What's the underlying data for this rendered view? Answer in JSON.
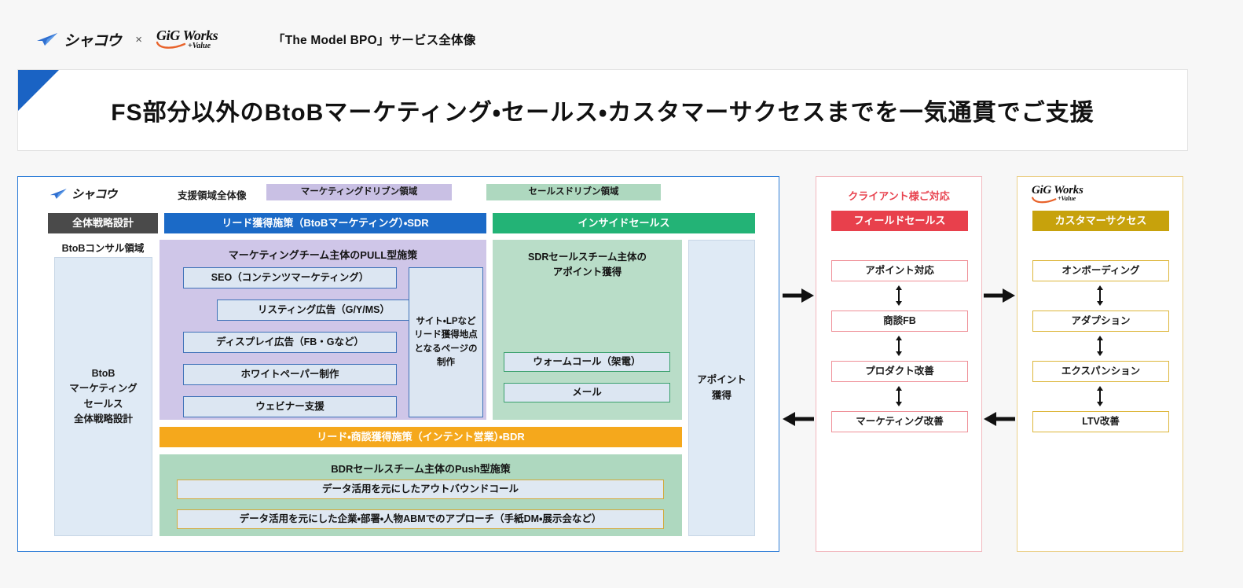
{
  "header": {
    "logo_shakou": "シャコウ",
    "separator": "×",
    "logo_gig_main": "GiG Works",
    "logo_gig_sub": "+Value",
    "title": "「The Model BPO」サービス全体像"
  },
  "banner": {
    "text": "FS部分以外のBtoBマーケティング・セールス・カスタマーサクセスまでを一気通貫でご支援"
  },
  "diagram": {
    "legend": {
      "logo": "シャコウ",
      "label": "支援領域全体像",
      "chips": [
        {
          "label": "マーケティングドリブン領域",
          "color": "#c9c0e4"
        },
        {
          "label": "セールスドリブン領域",
          "color": "#aed8bf"
        }
      ]
    },
    "bars": {
      "strategy": "全体戦略設計",
      "lead": "リード獲得施策（BtoBマーケティング）・SDR",
      "inside": "インサイドセールス",
      "bdr": "リード・商談獲得施策（インテント営業）・BDR"
    },
    "consult": {
      "label": "BtoBコンサル領域",
      "body": "BtoB\nマーケティング\nセールス\n全体戦略設計"
    },
    "pull": {
      "title": "マーケティングチーム主体のPULL型施策",
      "items": [
        "SEO（コンテンツマーケティング）",
        "リスティング広告（G/Y/MS）",
        "ディスプレイ広告（FB・Gなど）",
        "ホワイトペーパー制作",
        "ウェビナー支援"
      ],
      "site_box": "サイト・LPなど\nリード獲得地点\nとなるページの\n制作"
    },
    "push": {
      "title": "BDRセールスチーム主体のPush型施策",
      "items": [
        "データ活用を元にしたアウトバウンドコール",
        "データ活用を元にした企業・部署・人物ABMでのアプローチ（手紙DM・展示会など）"
      ]
    },
    "sdr": {
      "title": "SDRセールスチーム主体の\nアポイント獲得",
      "items": [
        "ウォームコール（架電）",
        "メール"
      ]
    },
    "appointment": "アポイント\n獲得"
  },
  "panel_client": {
    "title": "クライアント様ご対応",
    "head": "フィールドセールス",
    "head_color": "#e8404c",
    "items": [
      "アポイント対応",
      "商談FB",
      "プロダクト改善",
      "マーケティング改善"
    ]
  },
  "panel_gig": {
    "logo_main": "GiG Works",
    "logo_sub": "+Value",
    "head": "カスタマーサクセス",
    "head_color": "#c7a20c",
    "items": [
      "オンボーディング",
      "アダプション",
      "エクスパンション",
      "LTV改善"
    ]
  },
  "connectors": [
    {
      "name": "client-in",
      "direction": "right"
    },
    {
      "name": "gig-in",
      "direction": "right"
    },
    {
      "name": "client-out",
      "direction": "left"
    },
    {
      "name": "gig-out",
      "direction": "left"
    }
  ]
}
